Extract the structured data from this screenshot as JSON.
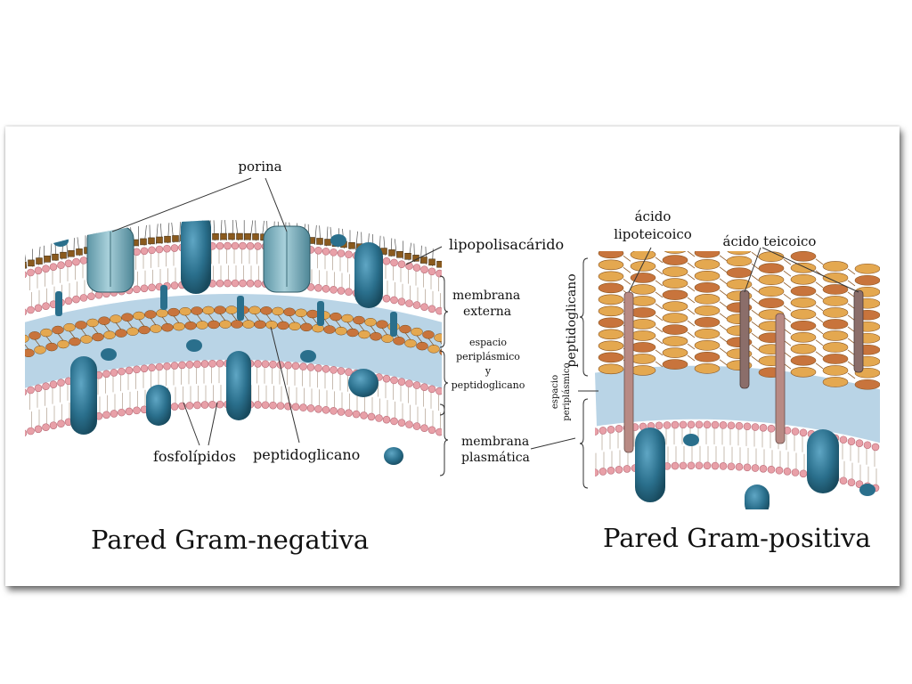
{
  "labels": {
    "porina": "porina",
    "lipopolisacarido": "lipopolisacárido",
    "membrana_externa_1": "membrana",
    "membrana_externa_2": "externa",
    "espacio_1": "espacio",
    "espacio_2": "periplásmico",
    "espacio_3": "y",
    "espacio_4": "peptidoglicano",
    "membrana_plasmatica_1": "membrana",
    "membrana_plasmatica_2": "plasmática",
    "fosfolipidos": "fosfolípidos",
    "peptidoglicano_neg": "peptidoglicano",
    "acido_lipoteicoico_1": "ácido",
    "acido_lipoteicoico_2": "lipoteicoico",
    "acido_teicoico": "ácido teicoico",
    "peptidoglicano_pos": "peptidoglicano",
    "espacio_pos_1": "espacio",
    "espacio_pos_2": "periplásmico"
  },
  "titles": {
    "gram_negative": "Pared Gram-negativa",
    "gram_positive": "Pared Gram-positiva"
  },
  "colors": {
    "protein": "#2a6f8c",
    "porin": "#7fb2c0",
    "lipid_head": "#e8a0a8",
    "periplasm": "#b9d4e6",
    "peptidoglycan_a": "#e4a850",
    "peptidoglycan_b": "#c8743c",
    "lps_core": "#8a5a1e",
    "teichoic": "#8b6e6a",
    "lipoteichoic": "#b88a84"
  }
}
